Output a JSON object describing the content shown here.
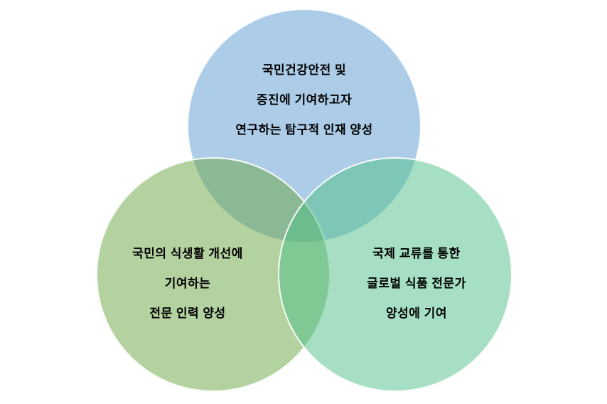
{
  "diagram": {
    "type": "venn",
    "background": "#FFFFFF",
    "text_color": "#000000",
    "circle_outline_color": "#FFFFFF",
    "circles": [
      {
        "position": "top",
        "fill": "#5B99D180",
        "base_color": "#5B99D1",
        "tint_on_white": "#ADCCE8",
        "lines": [
          "국민건강안전 및",
          "증진에 기여하고자",
          "연구하는 탐구적 인재 양성"
        ]
      },
      {
        "position": "bottom-left",
        "fill": "#69A54180",
        "base_color": "#69A541",
        "tint_on_white": "#B4D2A0",
        "lines": [
          "국민의 식생활 개선에",
          "기여하는",
          "전문 인력 양성"
        ]
      },
      {
        "position": "bottom-right",
        "fill": "#4DBF8780",
        "base_color": "#4DBF87",
        "tint_on_white": "#A6DFC3",
        "lines": [
          "국제 교류를 통한",
          "글로벌 식품 전문가",
          "양성에 기여"
        ]
      }
    ],
    "overlap_colors": {
      "top_and_left": "#8CBB93",
      "top_and_right": "#7BC6BA",
      "left_and_right": "#8ECC8D",
      "all_three": "#72B980"
    }
  }
}
